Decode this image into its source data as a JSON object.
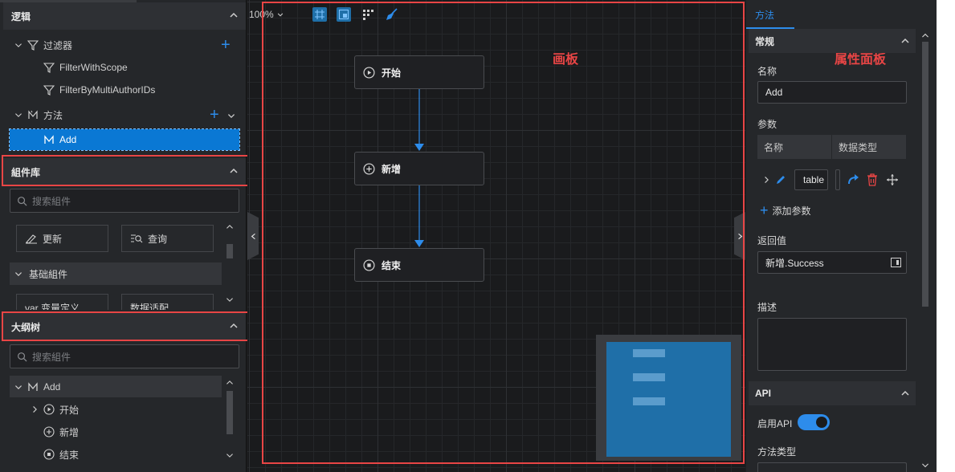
{
  "left": {
    "logic": {
      "title": "逻辑",
      "filter_label": "过滤器",
      "filters": [
        "FilterWithScope",
        "FilterByMultiAuthorIDs"
      ],
      "method_label": "方法",
      "methods": [
        "Add"
      ]
    },
    "components": {
      "title": "組件库",
      "search_placeholder": "搜索組件",
      "buttons": [
        "更新",
        "查询"
      ],
      "basic_group": "基础組件",
      "partial_items": [
        "var 变量定义",
        "数据适配"
      ]
    },
    "outline": {
      "title": "大纲树",
      "search_placeholder": "搜索組件",
      "root": "Add",
      "children": [
        "开始",
        "新增",
        "结束"
      ]
    }
  },
  "canvas": {
    "zoom": "100%",
    "label": "画板",
    "nodes": [
      {
        "label": "开始",
        "icon": "play-circle-icon"
      },
      {
        "label": "新增",
        "icon": "plus-circle-icon"
      },
      {
        "label": "结束",
        "icon": "stop-circle-icon"
      }
    ]
  },
  "right": {
    "tab": "方法",
    "label": "属性面板",
    "general": {
      "title": "常规",
      "name_label": "名称",
      "name_value": "Add",
      "params_label": "参数",
      "param_columns": [
        "名称",
        "数据类型"
      ],
      "param_value": "table",
      "add_param": "添加参数",
      "return_label": "返回值",
      "return_value": "新增.Success",
      "desc_label": "描述"
    },
    "api": {
      "title": "API",
      "enable_label": "启用API",
      "enabled": true,
      "method_type_label": "方法类型"
    }
  },
  "colors": {
    "accent": "#2d8ceb",
    "selection": "#0a78d4",
    "annotation_red": "#e84545",
    "delete_red": "#e84545"
  }
}
